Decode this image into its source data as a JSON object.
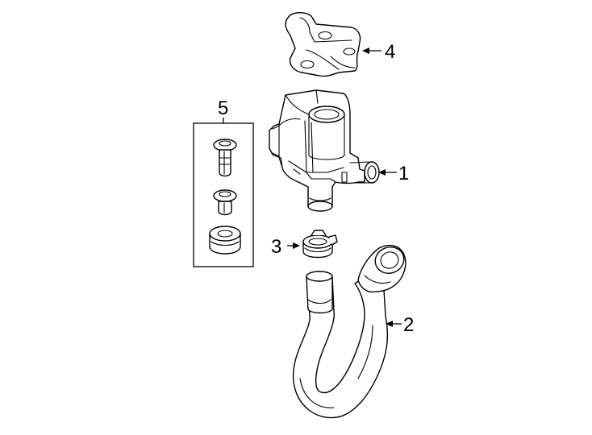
{
  "diagram": {
    "callouts": {
      "pump": "1",
      "hose": "2",
      "clamp": "3",
      "bracket": "4",
      "hardware_kit": "5"
    },
    "colors": {
      "line": "#000000",
      "background": "#ffffff"
    },
    "parts": [
      {
        "key": "pump",
        "icon": "auxiliary-water-pump-icon"
      },
      {
        "key": "hose",
        "icon": "coolant-hose-icon"
      },
      {
        "key": "clamp",
        "icon": "hose-clamp-icon"
      },
      {
        "key": "bracket",
        "icon": "mounting-bracket-icon"
      },
      {
        "key": "hardware_kit",
        "icon": "bolt-and-grommet-kit-icon"
      }
    ]
  }
}
